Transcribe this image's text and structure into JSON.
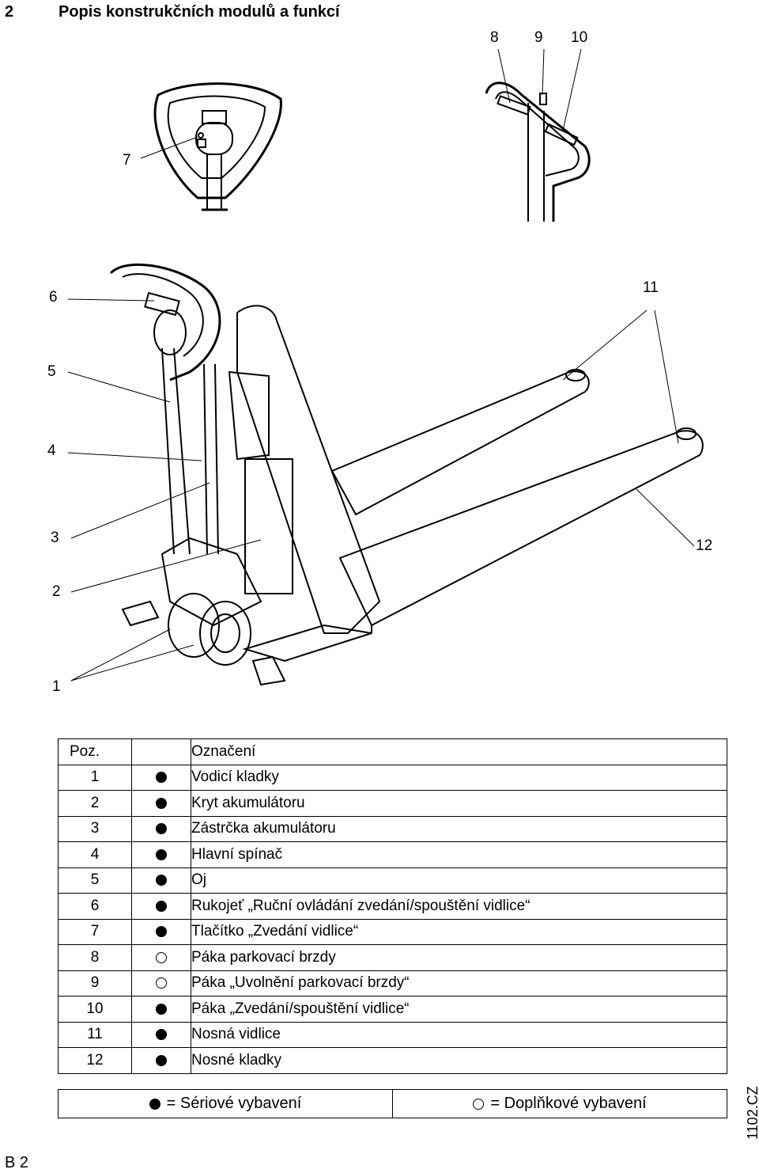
{
  "header": {
    "section_number": "2",
    "section_title": "Popis konstrukčních modulů a funkcí"
  },
  "callouts": {
    "c1": "1",
    "c2": "2",
    "c3": "3",
    "c4": "4",
    "c5": "5",
    "c6": "6",
    "c7": "7",
    "c8": "8",
    "c9": "9",
    "c10": "10",
    "c11": "11",
    "c12": "12"
  },
  "table": {
    "col_pos": "Poz.",
    "col_desc": "Označení",
    "rows": [
      {
        "pos": "1",
        "std": true,
        "desc": "Vodicí kladky"
      },
      {
        "pos": "2",
        "std": true,
        "desc": "Kryt akumulátoru"
      },
      {
        "pos": "3",
        "std": true,
        "desc": "Zástrčka akumulátoru"
      },
      {
        "pos": "4",
        "std": true,
        "desc": "Hlavní spínač"
      },
      {
        "pos": "5",
        "std": true,
        "desc": "Oj"
      },
      {
        "pos": "6",
        "std": true,
        "desc": "Rukojeť „Ruční ovládání zvedání/spouštění vidlice“"
      },
      {
        "pos": "7",
        "std": true,
        "desc": "Tlačítko „Zvedání vidlice“"
      },
      {
        "pos": "8",
        "std": false,
        "desc": "Páka parkovací brzdy"
      },
      {
        "pos": "9",
        "std": false,
        "desc": "Páka „Uvolnění parkovací brzdy“"
      },
      {
        "pos": "10",
        "std": true,
        "desc": "Páka „Zvedání/spouštění vidlice“"
      },
      {
        "pos": "11",
        "std": true,
        "desc": "Nosná vidlice"
      },
      {
        "pos": "12",
        "std": true,
        "desc": "Nosné kladky"
      }
    ]
  },
  "key": {
    "standard": "= Sériové vybavení",
    "optional": "= Doplňkové vybavení"
  },
  "doc_id": "1102.CZ",
  "page_label": "B 2"
}
